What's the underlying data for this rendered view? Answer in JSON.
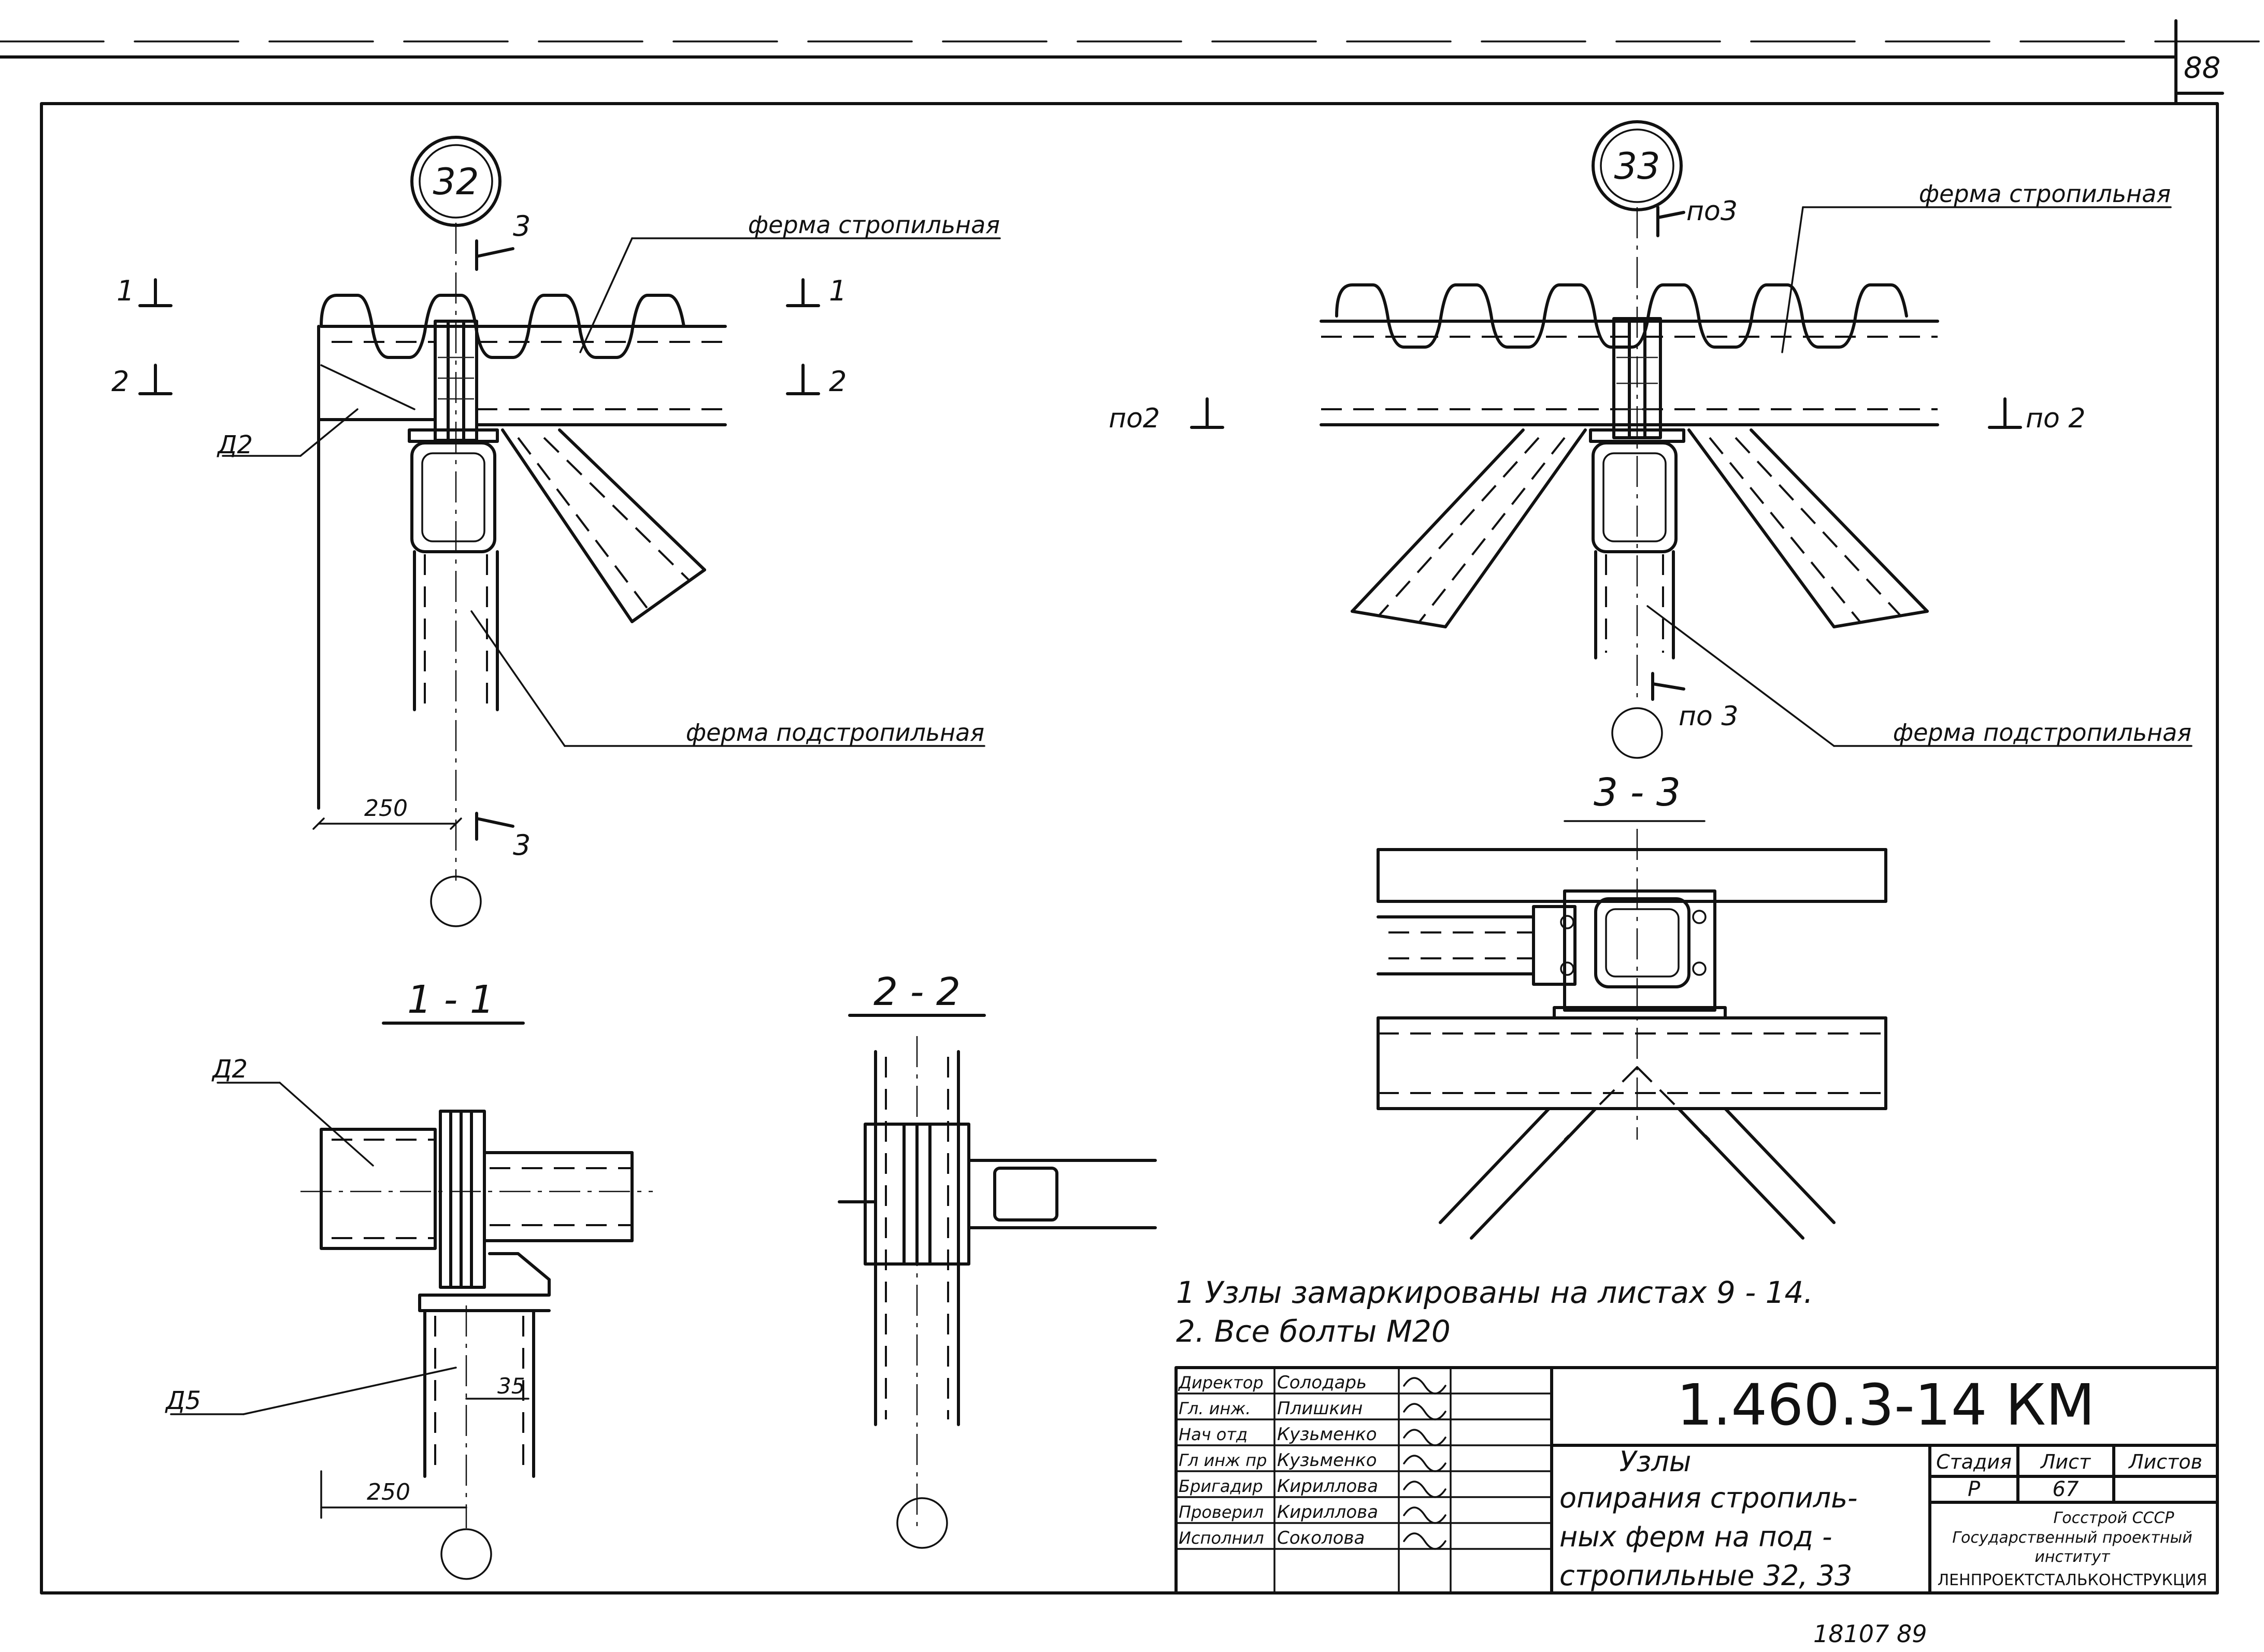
{
  "sheet_number": "88",
  "bottom_stamp": "18107   89",
  "node_32": {
    "label": "32",
    "rafter_truss": "ферма стропильная",
    "sub_truss": "ферма подстропильная",
    "cut_1": "1",
    "cut_2": "2",
    "cut_3": "3",
    "detail_ref": "Д2",
    "dim_250": "250"
  },
  "node_33": {
    "label": "33",
    "rafter_truss": "ферма стропильная",
    "sub_truss": "ферма подстропильная",
    "ref_po3_top": "по3",
    "ref_po3_bottom": "по 3",
    "ref_po2_left": "по2",
    "ref_po2_right": "по 2"
  },
  "section_1_1": {
    "title": "1 - 1",
    "detail_d2": "Д2",
    "detail_d5": "Д5",
    "dim_35": "35",
    "dim_250": "250"
  },
  "section_2_2": {
    "title": "2 - 2"
  },
  "section_3_3": {
    "title": "3 - 3"
  },
  "notes": [
    "1  Узлы замаркированы на листах 9 - 14.",
    "2. Все болты М20"
  ],
  "title_block": {
    "document_code": "1.460.3-14 КМ",
    "title_lines": [
      "Узлы",
      "опирания стропиль-",
      "ных ферм на под -",
      "стропильные 32, 33"
    ],
    "staff": [
      {
        "role": "Директор",
        "name": "Солодарь"
      },
      {
        "role": "Гл. инж.",
        "name": "Плишкин"
      },
      {
        "role": "Нач отд",
        "name": "Кузьменко"
      },
      {
        "role": "Гл инж пр",
        "name": "Кузьменко"
      },
      {
        "role": "Бригадир",
        "name": "Кириллова"
      },
      {
        "role": "Проверил",
        "name": "Кириллова"
      },
      {
        "role": "Исполнил",
        "name": "Соколова"
      }
    ],
    "stage_header": "Стадия",
    "sheet_header": "Лист",
    "sheets_header": "Листов",
    "stage_value": "Р",
    "sheet_value": "67",
    "org_lines": [
      "Госстрой СССР",
      "Государственный проектный",
      "институт",
      "ЛЕНПРОЕКТСТАЛЬКОНСТРУКЦИЯ"
    ]
  }
}
